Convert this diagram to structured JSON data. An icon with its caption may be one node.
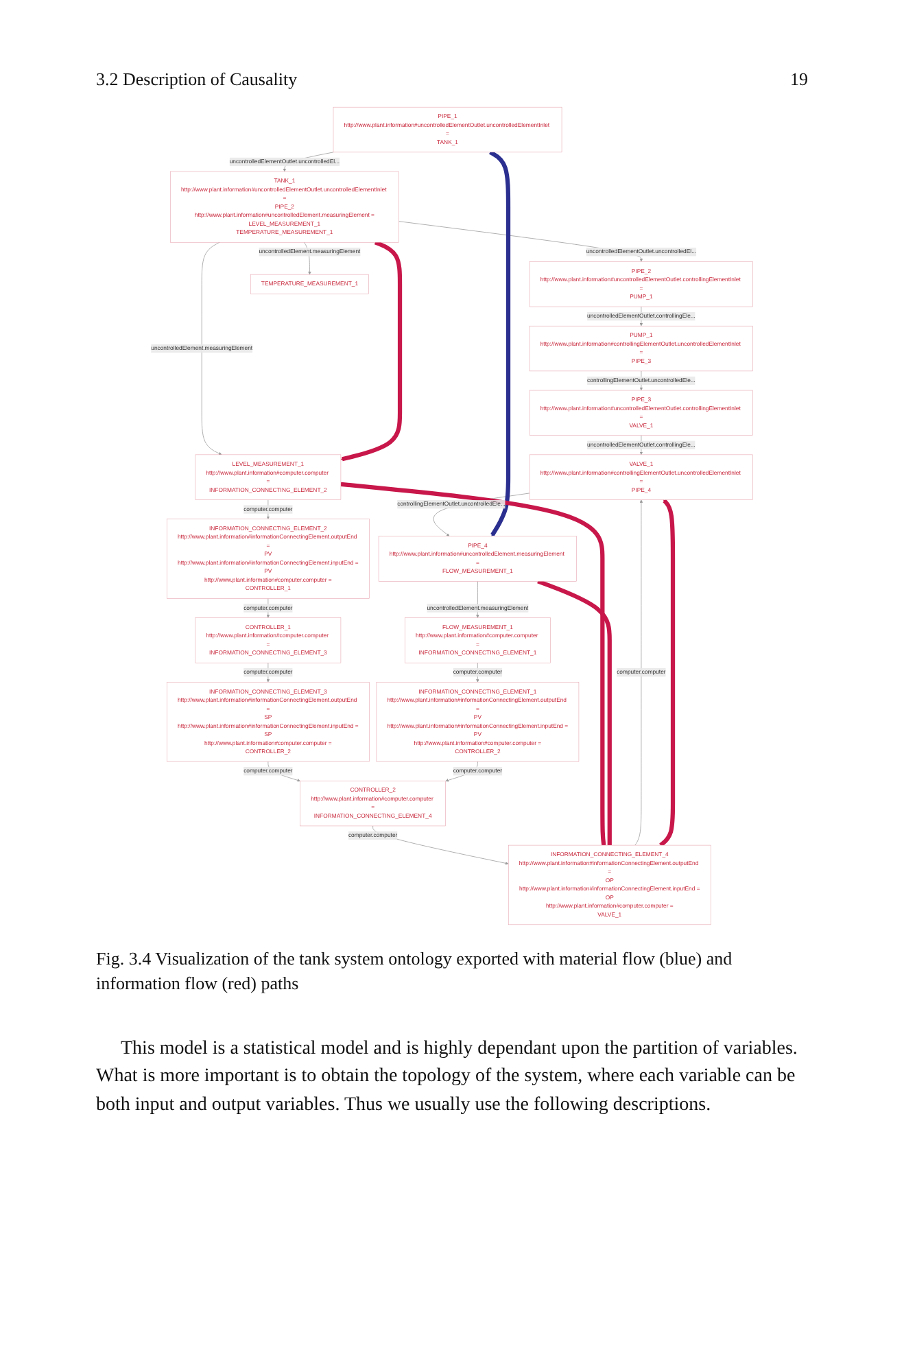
{
  "diagram": {
    "caption": "Fig. 3.4 Visualization of the tank system ontology exported with material flow (blue) and information flow (red) paths",
    "nodes": [
      {
        "text": [
          "PIPE_1",
          "http://www.plant.information#uncontrolledElementOutlet.uncontrolledElementInlet =",
          "TANK_1"
        ]
      },
      {
        "text": [
          "TANK_1",
          "http://www.plant.information#uncontrolledElementOutlet.uncontrolledElementInlet =",
          "PIPE_2",
          "http://www.plant.information#uncontrolledElement.measuringElement =",
          "LEVEL_MEASUREMENT_1",
          "TEMPERATURE_MEASUREMENT_1"
        ]
      },
      {
        "text": [
          "PIPE_2",
          "http://www.plant.information#uncontrolledElementOutlet.controllingElementInlet =",
          "PUMP_1"
        ]
      },
      {
        "text": [
          "TEMPERATURE_MEASUREMENT_1"
        ]
      },
      {
        "text": [
          "LEVEL_MEASUREMENT_1",
          "http://www.plant.information#computer.computer =",
          "INFORMATION_CONNECTING_ELEMENT_2"
        ]
      },
      {
        "text": [
          "PUMP_1",
          "http://www.plant.information#controllingElementOutlet.uncontrolledElementInlet =",
          "PIPE_3"
        ]
      },
      {
        "text": [
          "INFORMATION_CONNECTING_ELEMENT_2",
          "http://www.plant.information#informationConnectingElement.outputEnd =",
          "PV",
          "http://www.plant.information#informationConnectingElement.inputEnd =",
          "PV",
          "http://www.plant.information#computer.computer =",
          "CONTROLLER_1"
        ]
      },
      {
        "text": [
          "PIPE_3",
          "http://www.plant.information#uncontrolledElementOutlet.controllingElementInlet =",
          "VALVE_1"
        ]
      },
      {
        "text": [
          "CONTROLLER_1",
          "http://www.plant.information#computer.computer =",
          "INFORMATION_CONNECTING_ELEMENT_3"
        ]
      },
      {
        "text": [
          "VALVE_1",
          "http://www.plant.information#controllingElementOutlet.uncontrolledElementInlet =",
          "PIPE_4"
        ]
      },
      {
        "text": [
          "INFORMATION_CONNECTING_ELEMENT_3",
          "http://www.plant.information#informationConnectingElement.outputEnd =",
          "SP",
          "http://www.plant.information#informationConnectingElement.inputEnd =",
          "SP",
          "http://www.plant.information#computer.computer =",
          "CONTROLLER_2"
        ]
      },
      {
        "text": [
          "PIPE_4",
          "http://www.plant.information#uncontrolledElement.measuringElement =",
          "FLOW_MEASUREMENT_1"
        ]
      },
      {
        "text": [
          "FLOW_MEASUREMENT_1",
          "http://www.plant.information#computer.computer =",
          "INFORMATION_CONNECTING_ELEMENT_1"
        ]
      },
      {
        "text": [
          "INFORMATION_CONNECTING_ELEMENT_1",
          "http://www.plant.information#informationConnectingElement.outputEnd =",
          "PV",
          "http://www.plant.information#informationConnectingElement.inputEnd =",
          "PV",
          "http://www.plant.information#computer.computer =",
          "CONTROLLER_2"
        ]
      },
      {
        "text": [
          "CONTROLLER_2",
          "http://www.plant.information#computer.computer =",
          "INFORMATION_CONNECTING_ELEMENT_4"
        ]
      },
      {
        "text": [
          "INFORMATION_CONNECTING_ELEMENT_4",
          "http://www.plant.information#informationConnectingElement.outputEnd =",
          "OP",
          "http://www.plant.information#informationConnectingElement.inputEnd =",
          "OP",
          "http://www.plant.information#computer.computer =",
          "VALVE_1"
        ]
      }
    ],
    "edges": [
      {
        "from": 0,
        "to": 1,
        "arrow": "to",
        "label": "uncontrolledElementOutlet.uncontrolledEl..."
      },
      {
        "from": 1,
        "to": 2,
        "arrow": "to",
        "label": "uncontrolledElementOutlet.uncontrolledEl..."
      },
      {
        "from": 1,
        "to": 4,
        "arrow": "to",
        "label": "uncontrolledElement.measuringElement"
      },
      {
        "from": 1,
        "to": 3,
        "arrow": "to",
        "label": "uncontrolledElement.measuringElement"
      },
      {
        "from": 2,
        "to": 5,
        "arrow": "to",
        "label": "uncontrolledElementOutlet.controllingEle..."
      },
      {
        "from": 4,
        "to": 6,
        "arrow": "to",
        "label": "computer.computer"
      },
      {
        "from": 5,
        "to": 7,
        "arrow": "to",
        "label": "controllingElementOutlet.uncontrolledEle..."
      },
      {
        "from": 6,
        "to": 8,
        "arrow": "to",
        "label": "computer.computer"
      },
      {
        "from": 7,
        "to": 9,
        "arrow": "to",
        "label": "uncontrolledElementOutlet.controllingEle..."
      },
      {
        "from": 8,
        "to": 10,
        "arrow": "to",
        "label": "computer.computer"
      },
      {
        "from": 9,
        "to": 11,
        "arrow": "to",
        "label": "controllingElementOutlet.uncontrolledEle..."
      },
      {
        "from": 11,
        "to": 12,
        "arrow": "to",
        "label": "uncontrolledElement.measuringElement"
      },
      {
        "from": 12,
        "to": 13,
        "arrow": "to",
        "label": "computer.computer"
      },
      {
        "from": 10,
        "to": 14,
        "arrow": "to",
        "label": "computer.computer"
      },
      {
        "from": 13,
        "to": 14,
        "arrow": "to",
        "label": "computer.computer"
      },
      {
        "from": 14,
        "to": 15,
        "arrow": "to",
        "label": "computer.computer"
      },
      {
        "from": 15,
        "to": 9,
        "arrow": "to",
        "label": "computer.computer"
      },
      {
        "from": 0,
        "to": 11,
        "arrow": "to",
        "style": "thick",
        "color": "#2b2f8f"
      },
      {
        "from": 1,
        "to": 4,
        "arrow": "to",
        "style": "thick",
        "color": "#c8174a"
      },
      {
        "from": 4,
        "to": 15,
        "arrow": "none",
        "style": "thick",
        "color": "#c8174a"
      },
      {
        "from": 11,
        "to": 15,
        "arrow": "none",
        "style": "thick",
        "color": "#c8174a"
      },
      {
        "from": 15,
        "to": 9,
        "arrow": "to",
        "style": "thick",
        "color": "#c8174a"
      }
    ],
    "labels": [
      "3.2 Description of Causality",
      "19",
      "This model is a statistical model and is highly dependant upon the partition of variables. What is more important is to obtain the topology of the system, where each variable can be both input and output variables. Thus we usually use the following descriptions."
    ]
  }
}
